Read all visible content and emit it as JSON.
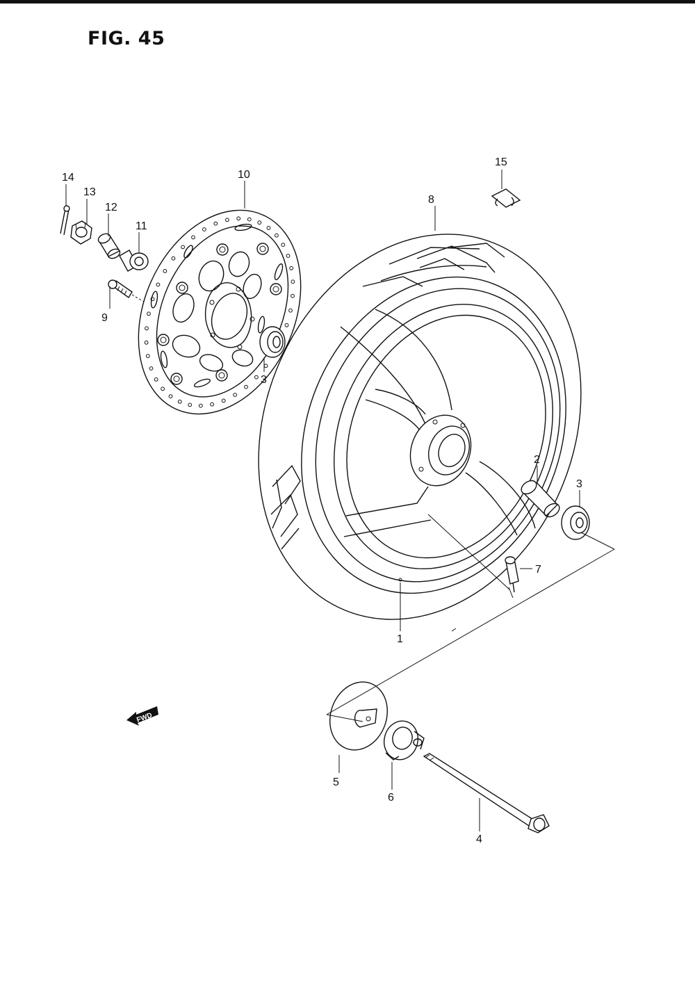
{
  "figure": {
    "title": "FIG. 45"
  },
  "fwd_badge": "FWD",
  "callouts": [
    {
      "id": "c1",
      "label": "1"
    },
    {
      "id": "c2",
      "label": "2"
    },
    {
      "id": "c3a",
      "label": "3"
    },
    {
      "id": "c3b",
      "label": "3"
    },
    {
      "id": "c4",
      "label": "4"
    },
    {
      "id": "c5",
      "label": "5"
    },
    {
      "id": "c6",
      "label": "6"
    },
    {
      "id": "c7",
      "label": "7"
    },
    {
      "id": "c8",
      "label": "8"
    },
    {
      "id": "c9",
      "label": "9"
    },
    {
      "id": "c10",
      "label": "10"
    },
    {
      "id": "c11",
      "label": "11"
    },
    {
      "id": "c12",
      "label": "12"
    },
    {
      "id": "c13",
      "label": "13"
    },
    {
      "id": "c14",
      "label": "14"
    },
    {
      "id": "c15",
      "label": "15"
    }
  ]
}
